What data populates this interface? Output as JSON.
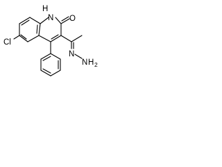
{
  "molecule": {
    "atoms": {
      "chlorine": "Cl",
      "nh_nitrogen": "N",
      "nh_hydrogen": "H",
      "carbonyl_oxygen": "O",
      "imine_nitrogen": "N",
      "amino_nitrogen": "N",
      "amino_hydrogen": "H",
      "amino_hydrogen_count": "2"
    }
  }
}
